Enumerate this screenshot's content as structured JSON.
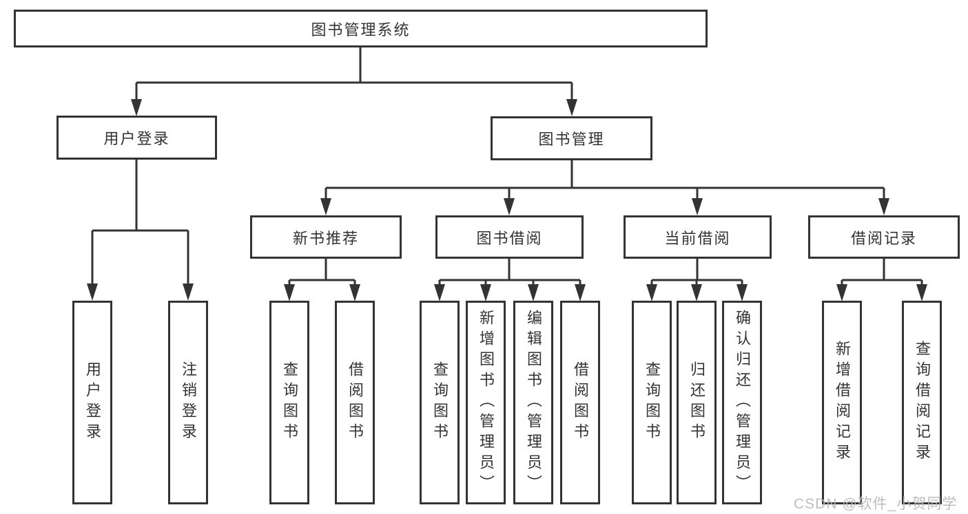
{
  "diagram_title": "图书管理系统",
  "tree": {
    "root": {
      "label": "图书管理系统"
    },
    "branches": [
      {
        "label": "用户登录",
        "children": [
          {
            "label": "用户登录"
          },
          {
            "label": "注销登录"
          }
        ]
      },
      {
        "label": "图书管理",
        "children": [
          {
            "label": "新书推荐",
            "children": [
              {
                "label": "查询图书"
              },
              {
                "label": "借阅图书"
              }
            ]
          },
          {
            "label": "图书借阅",
            "children": [
              {
                "label": "查询图书"
              },
              {
                "label": "新增图书（管理员）"
              },
              {
                "label": "编辑图书（管理员）"
              },
              {
                "label": "借阅图书"
              }
            ]
          },
          {
            "label": "当前借阅",
            "children": [
              {
                "label": "查询图书"
              },
              {
                "label": "归还图书"
              },
              {
                "label": "确认归还（管理员）"
              }
            ]
          },
          {
            "label": "借阅记录",
            "children": [
              {
                "label": "新增借阅记录"
              },
              {
                "label": "查询借阅记录"
              }
            ]
          }
        ]
      }
    ]
  },
  "watermark": {
    "text": "CSDN @软件_小贺同学"
  },
  "colors": {
    "line": "#333333",
    "box_border": "#333333",
    "text": "#333333",
    "watermark": "#b7b7b9",
    "background": "#ffffff"
  }
}
